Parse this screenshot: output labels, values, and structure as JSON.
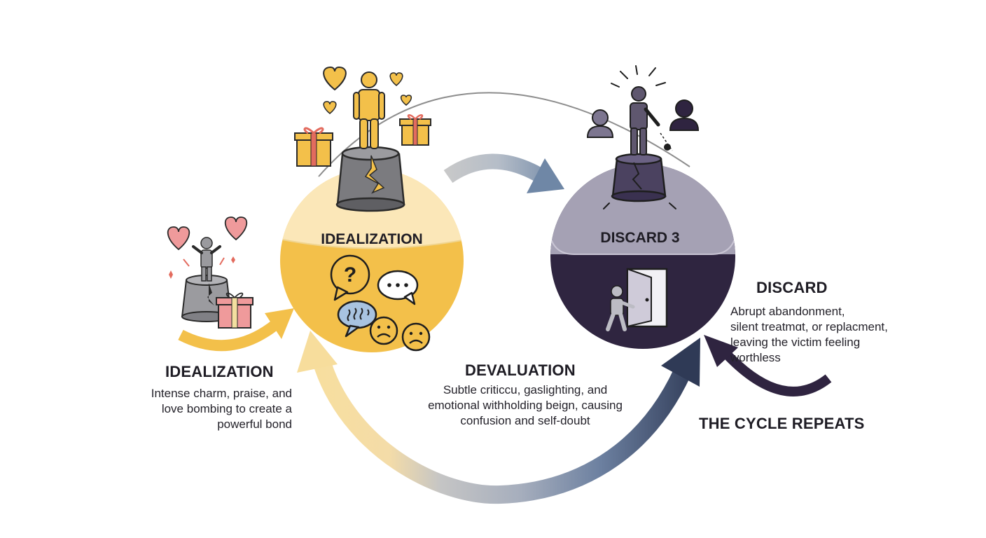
{
  "circles": {
    "idealization": {
      "title": "IDEALIZATION"
    },
    "discard": {
      "title": "DISCARD 3"
    }
  },
  "stages": {
    "idealization": {
      "heading": "IDEALIZATION",
      "description": "Intense charm, praise, and\nlove bombing to create a\npowerful bond"
    },
    "devaluation": {
      "heading": "DEVALUATION",
      "description": "Subtle criticcu, gaslighting, and\nemotional withholding beign, causing\nconfusion and self-doubt"
    },
    "discard": {
      "heading": "DISCARD",
      "description": "Abrupt abandonment,\nsilent treatmɑt, or replacment,\nleaving the victim feeling\nworthless"
    }
  },
  "footer": {
    "cycle_label": "THE CYCLE REPEATS"
  },
  "colors": {
    "gold": "#f3c048",
    "pale_gold": "#fbe7b6",
    "lavender": "#a6a2b3",
    "dark_purple": "#2f2440",
    "slate_blue": "#6f83a0",
    "navy": "#2e3a55",
    "gray": "#bdbdbd",
    "heart_pink": "#ee8e8f",
    "heart_gold": "#f3c048"
  },
  "icons": [
    "heart-icon",
    "gift-icon",
    "person-icon",
    "pedestal-icon",
    "lightning-crack-icon",
    "question-bubble-icon",
    "ellipsis-bubble-icon",
    "squiggle-bubble-icon",
    "sad-face-icon",
    "silhouette-icon",
    "door-icon",
    "cycle-arrow-icon"
  ]
}
